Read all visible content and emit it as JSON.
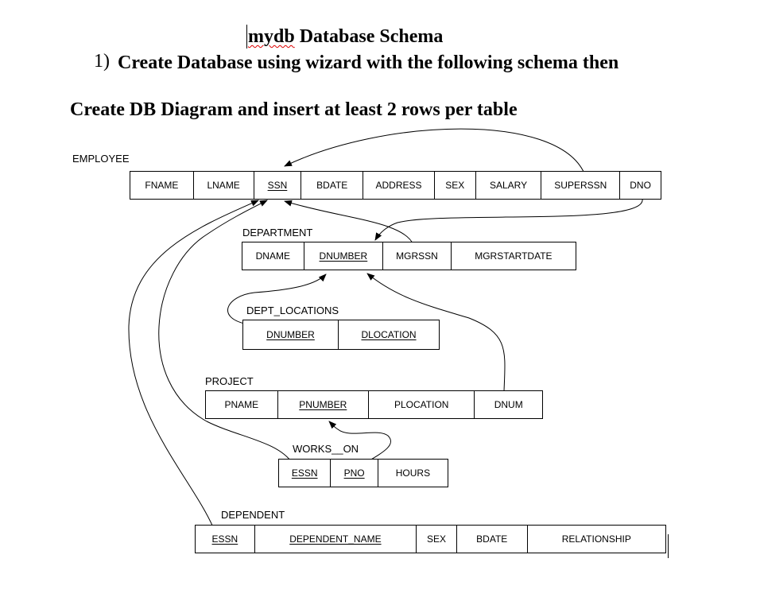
{
  "heading": {
    "db_name": "mydb",
    "title_rest": " Database Schema",
    "step_number": "1)",
    "step_text": "Create Database using wizard with the following schema then",
    "instruction": "Create DB Diagram and insert at least 2 rows per table"
  },
  "tables": {
    "employee": {
      "name": "EMPLOYEE",
      "columns": [
        "FNAME",
        "LNAME",
        "SSN",
        "BDATE",
        "ADDRESS",
        "SEX",
        "SALARY",
        "SUPERSSN",
        "DNO"
      ]
    },
    "department": {
      "name": "DEPARTMENT",
      "columns": [
        "DNAME",
        "DNUMBER",
        "MGRSSN",
        "MGRSTARTDATE"
      ]
    },
    "dept_locations": {
      "name": "DEPT_LOCATIONS",
      "columns": [
        "DNUMBER",
        "DLOCATION"
      ]
    },
    "project": {
      "name": "PROJECT",
      "columns": [
        "PNAME",
        "PNUMBER",
        "PLOCATION",
        "DNUM"
      ]
    },
    "works_on": {
      "name": "WORKS__ON",
      "columns": [
        "ESSN",
        "PNO",
        "HOURS"
      ]
    },
    "dependent": {
      "name": "DEPENDENT",
      "columns": [
        "ESSN",
        "DEPENDENT_NAME",
        "SEX",
        "BDATE",
        "RELATIONSHIP"
      ]
    }
  }
}
